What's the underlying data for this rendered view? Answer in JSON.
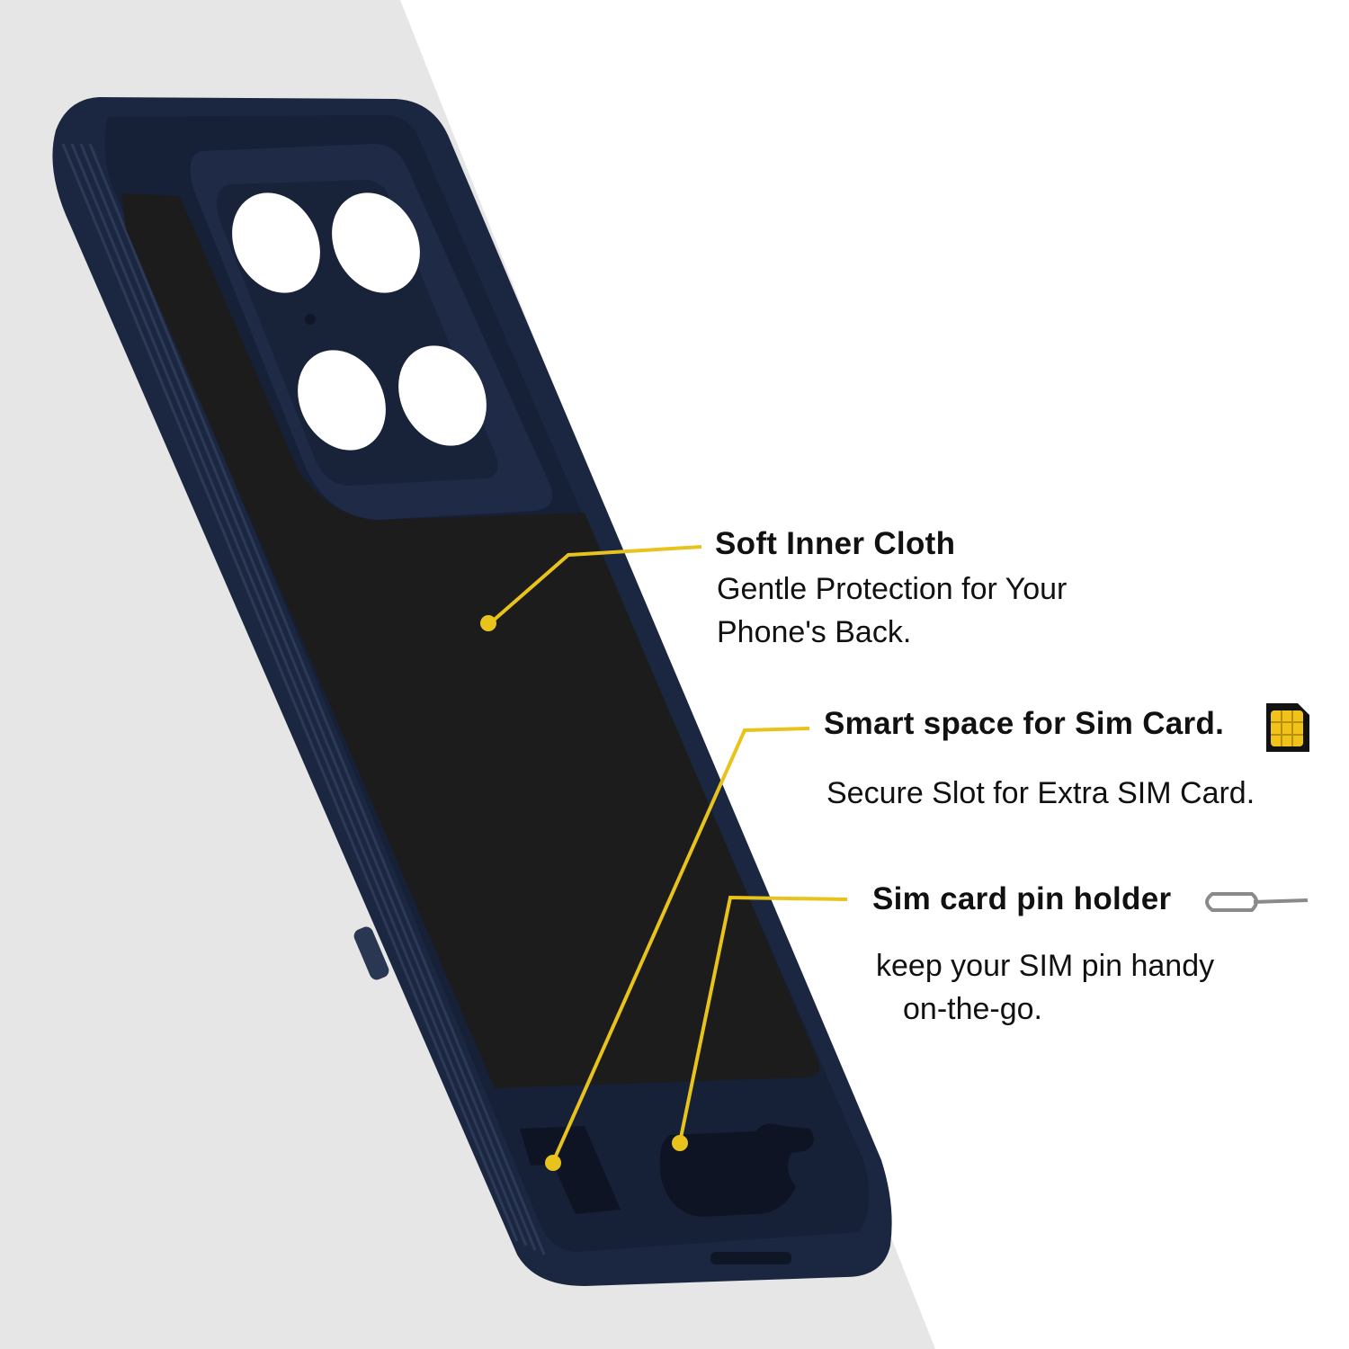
{
  "callouts": {
    "cloth": {
      "title": "Soft Inner Cloth",
      "line1": "Gentle Protection for Your",
      "line2": "Phone's Back."
    },
    "sim": {
      "title": "Smart space for Sim Card.",
      "line1": "Secure Slot for Extra SIM Card."
    },
    "pin": {
      "title": "Sim card pin holder",
      "line1": "keep your SIM pin handy",
      "line2": "on-the-go."
    }
  },
  "icons": {
    "sim": "sim-card-icon",
    "pin": "sim-eject-pin-icon"
  },
  "colors": {
    "case": "#1b2740",
    "case_edge": "#27344f",
    "cloth": "#1c1c1c",
    "leader": "#e8c31c",
    "left_band": "#e6e6e6",
    "background": "#ffffff",
    "text": "#111111"
  }
}
